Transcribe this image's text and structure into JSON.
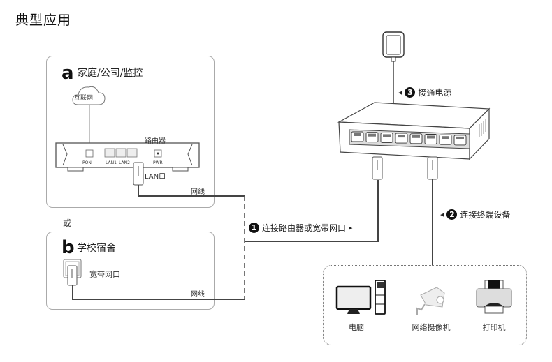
{
  "title": "典型应用",
  "panel_a": {
    "letter": "a",
    "label": "家庭/公司/监控",
    "cloud_label": "互联网",
    "router_label": "路由器",
    "ports": [
      "PON",
      "LAN1",
      "LAN2",
      "PWR"
    ],
    "lan_port_label": "LAN口",
    "cable_label": "网线"
  },
  "or_label": "或",
  "panel_b": {
    "letter": "b",
    "label": "学校宿舍",
    "wall_port_label": "宽带网口",
    "cable_label": "网线"
  },
  "steps": [
    {
      "number": "1",
      "text": "连接路由器或宽带网口",
      "arrow": "right"
    },
    {
      "number": "2",
      "text": "连接终端设备",
      "arrow": "left"
    },
    {
      "number": "3",
      "text": "接通电源",
      "arrow": "left"
    }
  ],
  "switch": {
    "port_count": 8
  },
  "devices": [
    {
      "name": "电脑",
      "icon": "computer-icon"
    },
    {
      "name": "网络摄像机",
      "icon": "ip-camera-icon"
    },
    {
      "name": "打印机",
      "icon": "printer-icon"
    }
  ]
}
